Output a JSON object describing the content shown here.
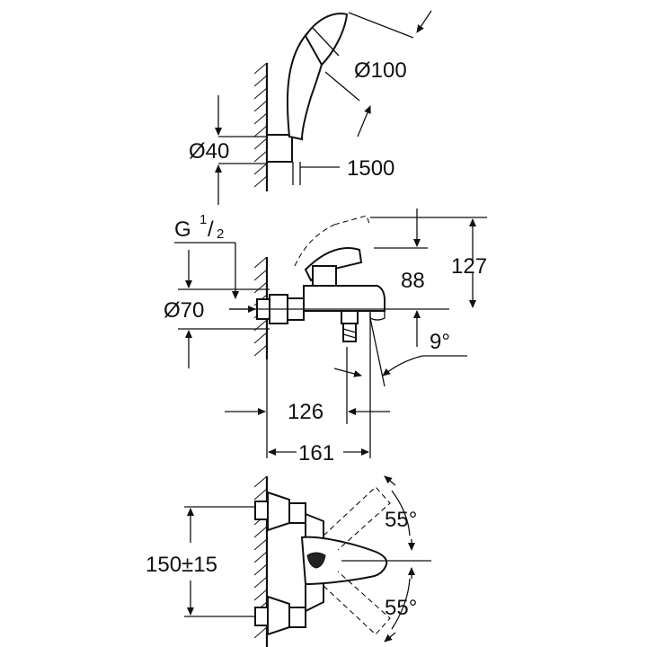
{
  "dimensions": {
    "handshower_diameter": "Ø100",
    "holder_diameter": "Ø40",
    "hose_length": "1500",
    "connection_thread": "G",
    "thread_numerator": "1",
    "thread_slash": "/",
    "thread_denominator": "2",
    "escutcheon_diameter": "Ø70",
    "handle_height": "88",
    "total_height": "127",
    "spout_angle": "9°",
    "outlet_projection": "126",
    "total_projection": "161",
    "center_distance": "150±15",
    "lever_angle_up": "55°",
    "lever_angle_down": "55°"
  },
  "colors": {
    "line": "#111111",
    "background": "#ffffff"
  }
}
